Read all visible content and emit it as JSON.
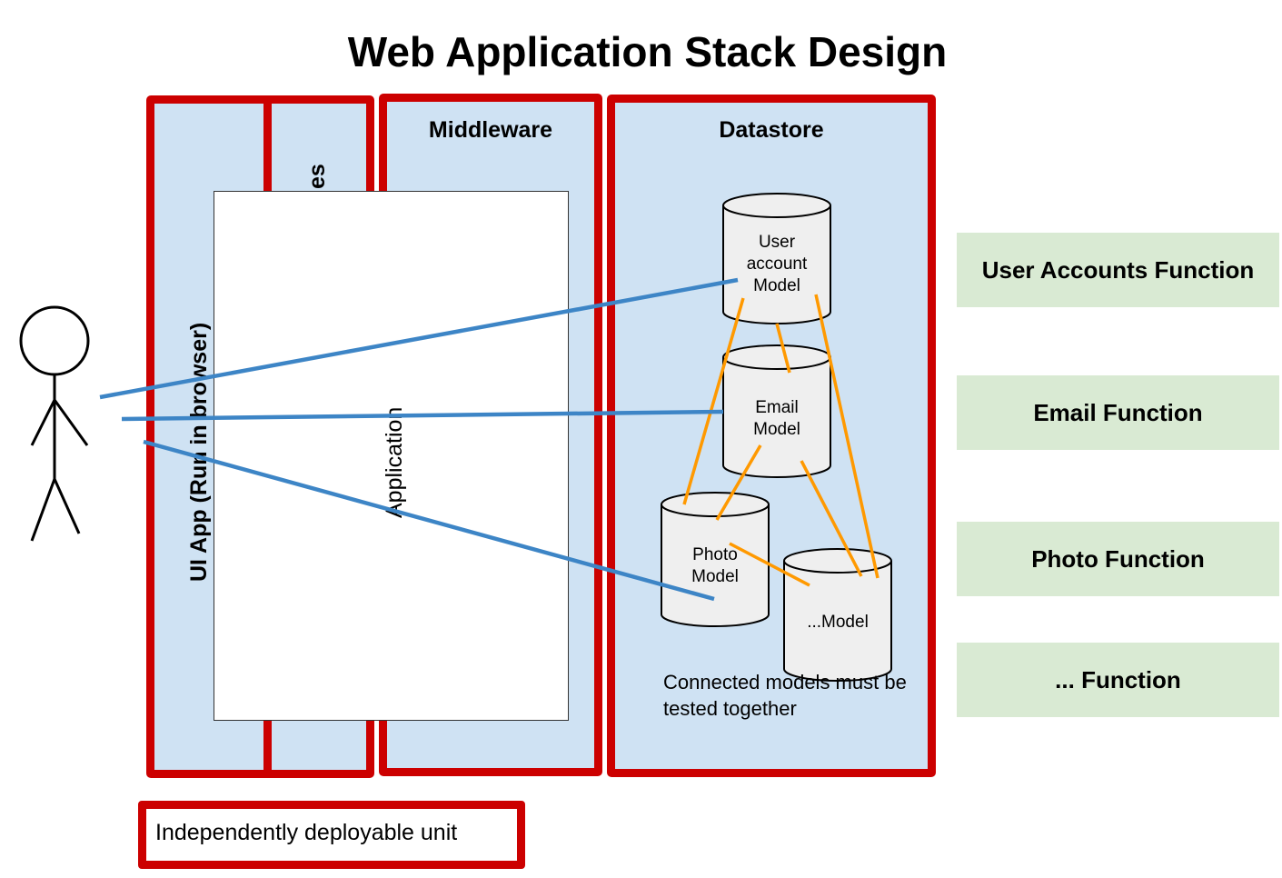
{
  "title": "Web Application Stack Design",
  "columns": {
    "ui_app": "UI App (Run in browser)",
    "services_fragment": "es",
    "middleware": "Middleware",
    "datastore": "Datastore"
  },
  "application_box": {
    "label": "Application"
  },
  "models": {
    "user_account": "User account Model",
    "email": "Email Model",
    "photo": "Photo Model",
    "other": "...Model"
  },
  "note": "Connected models must be tested together",
  "functions": [
    "User Accounts Function",
    "Email Function",
    "Photo Function",
    "... Function"
  ],
  "legend": "Independently deployable unit",
  "colors": {
    "unit_border": "#cc0000",
    "column_fill": "#cfe2f3",
    "function_fill": "#d9ead3",
    "request_line": "#3d85c6",
    "model_link": "#ff9900"
  }
}
